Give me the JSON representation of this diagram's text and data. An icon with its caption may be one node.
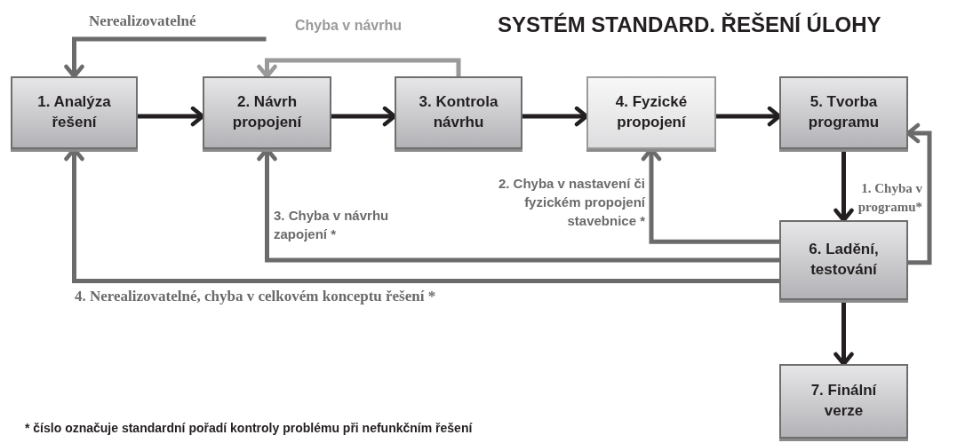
{
  "diagram": {
    "title": "SYSTÉM STANDARD. ŘEŠENÍ ÚLOHY",
    "nodes": [
      {
        "text": [
          "1. Analýza řešení"
        ]
      },
      {
        "text": [
          "2. Návrh propojení"
        ]
      },
      {
        "text": [
          "3. Kontrola návrhu"
        ]
      },
      {
        "text": [
          "4. Fyzické propojení"
        ]
      },
      {
        "text": [
          "5. Tvorba programu"
        ]
      },
      {
        "text": [
          "6. Ladění, testování"
        ]
      },
      {
        "text": [
          "7. Finální verze"
        ]
      }
    ],
    "edges": [
      {
        "from": 0,
        "to": 1,
        "arrow": "to"
      },
      {
        "from": 1,
        "to": 2,
        "arrow": "to"
      },
      {
        "from": 2,
        "to": 3,
        "arrow": "to"
      },
      {
        "from": 3,
        "to": 4,
        "arrow": "to"
      },
      {
        "from": 4,
        "to": 5,
        "arrow": "to"
      },
      {
        "from": 5,
        "to": 6,
        "arrow": "to"
      },
      {
        "from": 5,
        "to": 4,
        "arrow": "to",
        "label": "1. Chyba v programu*",
        "color": "#6b6b6b"
      },
      {
        "from": 5,
        "to": 3,
        "arrow": "to",
        "label": "2. Chyba v nastavení či fyzickém propojení stavebnice *",
        "color": "#6b6b6b"
      },
      {
        "from": 5,
        "to": 1,
        "arrow": "to",
        "label": "3. Chyba v návrhu zapojení *",
        "color": "#6b6b6b"
      },
      {
        "from": 5,
        "to": 0,
        "arrow": "to",
        "label": "4. Nerealizovatelné, chyba v celkovém konceptu řešení *",
        "color": "#6b6b6b"
      },
      {
        "from": 2,
        "to": 1,
        "arrow": "to",
        "label": "Chyba v návrhu",
        "color": "#9a9a9a"
      },
      {
        "from": null,
        "to": 0,
        "arrow": "to",
        "label": "Nerealizovatelné",
        "color": "#6b6b6b"
      }
    ],
    "labels": [
      "* číslo označuje standardní pořadí kontroly problému při nefunkčním řešení"
    ]
  }
}
